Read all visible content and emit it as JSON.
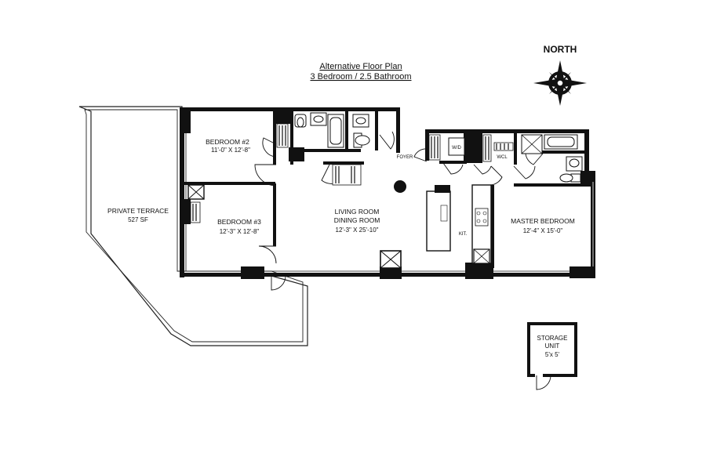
{
  "title": {
    "line1": "Alternative Floor Plan",
    "line2": "3 Bedroom / 2.5 Bathroom"
  },
  "compass": {
    "label": "NORTH",
    "icon": "compass-rose-icon"
  },
  "rooms": {
    "bedroom2": {
      "name": "BEDROOM #2",
      "dims": "11'-0\" X 12'-8\""
    },
    "bedroom3": {
      "name": "BEDROOM #3",
      "dims": "12'-3\" X 12'-8\""
    },
    "living": {
      "name1": "LIVING ROOM",
      "name2": "DINING ROOM",
      "dims": "12'-3\" X 25'-10\""
    },
    "master": {
      "name": "MASTER BEDROOM",
      "dims": "12'-4\" X 15'-0\""
    },
    "terrace": {
      "name": "PRIVATE TERRACE",
      "area": "527 SF"
    },
    "storage": {
      "line1": "STORAGE",
      "line2": "UNIT",
      "dims": "5'x 5'"
    }
  },
  "labels": {
    "foyer": "FOYER",
    "washer_dryer": "W/D",
    "wcl": "WCL",
    "kitchen": "KIT."
  }
}
